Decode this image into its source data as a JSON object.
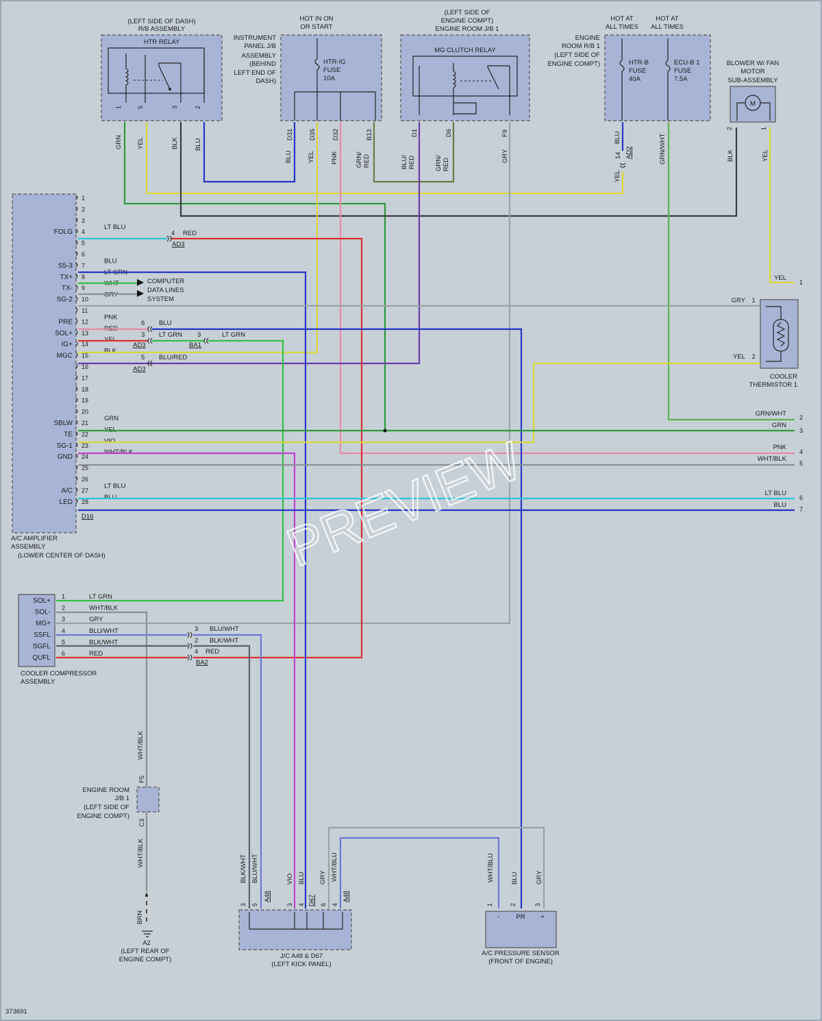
{
  "colors": {
    "background": "#c7d0d7",
    "box_fill": "#a8b4d6",
    "GRN": "#2e9a3c",
    "LTGRN": "#2fc241",
    "YEL": "#d9d838",
    "BLK": "#3b3b3b",
    "BLU": "#2535c8",
    "LTBLU": "#2ec4d8",
    "RED": "#d83030",
    "PNK": "#e88aa6",
    "GRY": "#9aa2a6",
    "VIO": "#c040d0",
    "GRNRED": "#6a7a40",
    "BLUWHT": "#6a78d8",
    "BLKWHT": "#5a6070",
    "WHTBLK": "#8a9096",
    "GRNWHT": "#5cb44e",
    "BLURED": "#6a3aa8"
  },
  "components": {
    "htr_relay_caption": [
      "(LEFT SIDE OF DASH)",
      "R/B ASSEMBLY"
    ],
    "htr_relay_title": "HTR RELAY",
    "htr_relay_pins": [
      "1",
      "5",
      "3",
      "2"
    ],
    "htrig_caption": [
      "HOT IN ON",
      "OR START"
    ],
    "instrument_caption": [
      "INSTRUMENT",
      "PANEL J/B",
      "ASSEMBLY",
      "(BEHIND",
      "LEFT END OF",
      "DASH)"
    ],
    "htrig_fuse": [
      "HTR-IG",
      "FUSE",
      "10A"
    ],
    "mg_caption": [
      "(LEFT SIDE OF",
      "ENGINE COMPT)",
      "ENGINE ROOM J/B 1"
    ],
    "mg_title": "MG CLUTCH RELAY",
    "engine_rb_caption": [
      "ENGINE",
      "ROOM R/B 1",
      "(LEFT SIDE OF",
      "ENGINE COMPT)"
    ],
    "hot_at_all_times": [
      "HOT AT",
      "ALL TIMES"
    ],
    "htrb_fuse": [
      "HTR-B",
      "FUSE",
      "40A"
    ],
    "ecub_fuse": [
      "ECU-B 1",
      "FUSE",
      "7.5A"
    ],
    "blower_caption": [
      "BLOWER W/ FAN",
      "MOTOR",
      "SUB-ASSEMBLY"
    ],
    "motor_symbol": "M",
    "amp_caption": [
      "A/C AMPLIFIER",
      "ASSEMBLY",
      "(LOWER CENTER OF DASH)"
    ],
    "amp_connector": "D16",
    "computer_data": [
      "COMPUTER",
      "DATA LINES",
      "SYSTEM"
    ],
    "thermistor_caption": [
      "COOLER",
      "THERMISTOR 1"
    ],
    "compressor_caption": [
      "COOLER COMPRESSOR",
      "ASSEMBLY"
    ],
    "engine_jb_caption": [
      "ENGINE ROOM",
      "J/B 1",
      "(LEFT SIDE OF",
      "ENGINE COMPT)"
    ],
    "ground_caption": [
      "A2",
      "(LEFT REAR OF",
      "ENGINE COMPT)"
    ],
    "jc_caption": [
      "J/C A48 & D67",
      "(LEFT KICK PANEL)"
    ],
    "sensor_caption": [
      "A/C PRESSURE SENSOR",
      "(FRONT OF ENGINE)"
    ],
    "sensor_terms": [
      "-",
      "PR",
      "+"
    ],
    "watermark": "PREVIEW",
    "figure_id": "373691"
  },
  "amplifier": {
    "pin_numbers": [
      "1",
      "2",
      "3",
      "4",
      "5",
      "6",
      "7",
      "8",
      "9",
      "10",
      "11",
      "12",
      "13",
      "14",
      "15",
      "16",
      "17",
      "18",
      "19",
      "20",
      "21",
      "22",
      "23",
      "24",
      "25",
      "26",
      "27",
      "28"
    ],
    "signals": [
      {
        "pin": 4,
        "name": "FOLG"
      },
      {
        "pin": 7,
        "name": "S5-3"
      },
      {
        "pin": 8,
        "name": "TX+"
      },
      {
        "pin": 9,
        "name": "TX-"
      },
      {
        "pin": 10,
        "name": "SG-2"
      },
      {
        "pin": 12,
        "name": "PRE"
      },
      {
        "pin": 13,
        "name": "SOL+"
      },
      {
        "pin": 14,
        "name": "IG+"
      },
      {
        "pin": 15,
        "name": "MGC"
      },
      {
        "pin": 21,
        "name": "SBLW"
      },
      {
        "pin": 22,
        "name": "TE"
      },
      {
        "pin": 23,
        "name": "SG-1"
      },
      {
        "pin": 24,
        "name": "GND"
      },
      {
        "pin": 27,
        "name": "A/C"
      },
      {
        "pin": 28,
        "name": "LED"
      }
    ],
    "wire_labels": [
      {
        "pin": 4,
        "text": "LT BLU"
      },
      {
        "pin": 7,
        "text": "BLU"
      },
      {
        "pin": 8,
        "text": "LT GRN"
      },
      {
        "pin": 9,
        "text": "WHT"
      },
      {
        "pin": 10,
        "text": "GRY"
      },
      {
        "pin": 12,
        "text": "PNK"
      },
      {
        "pin": 13,
        "text": "RED"
      },
      {
        "pin": 14,
        "text": "YEL"
      },
      {
        "pin": 15,
        "text": "BLK"
      },
      {
        "pin": 21,
        "text": "GRN"
      },
      {
        "pin": 22,
        "text": "YEL"
      },
      {
        "pin": 23,
        "text": "VIO"
      },
      {
        "pin": 24,
        "text": "WHT/BLK"
      },
      {
        "pin": 27,
        "text": "LT BLU"
      },
      {
        "pin": 28,
        "text": "BLU"
      }
    ]
  },
  "compressor": {
    "signals": [
      "SOL+",
      "SOL-",
      "MG+",
      "SSFL",
      "SGFL",
      "QUFL"
    ],
    "pins": [
      "1",
      "2",
      "3",
      "4",
      "5",
      "6"
    ],
    "wires": [
      "LT GRN",
      "WHT/BLK",
      "GRY",
      "BLU/WHT",
      "BLK/WHT",
      "RED"
    ]
  },
  "vertical_labels": [
    {
      "id": "htr-1",
      "text": "GRN"
    },
    {
      "id": "htr-5",
      "text": "YEL"
    },
    {
      "id": "htr-3",
      "text": "BLK"
    },
    {
      "id": "htr-2",
      "text": "BLU"
    },
    {
      "id": "d31-w",
      "text": "BLU"
    },
    {
      "id": "d35-w",
      "text": "YEL"
    },
    {
      "id": "d32-w",
      "text": "PNK"
    },
    {
      "id": "b13-w",
      "text": "GRN/ RED"
    },
    {
      "id": "d1-w",
      "text": "BLU/ RED"
    },
    {
      "id": "d6-w",
      "text": "GRN/ RED"
    },
    {
      "id": "f9-w",
      "text": "GRY"
    },
    {
      "id": "htrb-w",
      "text": "BLU"
    },
    {
      "id": "htrb-y",
      "text": "YEL"
    },
    {
      "id": "ecub-w",
      "text": "GRN/WHT"
    },
    {
      "id": "blw-2",
      "text": "BLK"
    },
    {
      "id": "blw-1",
      "text": "YEL"
    },
    {
      "id": "whtblk-up",
      "text": "WHT/BLK"
    },
    {
      "id": "whtblk-dn",
      "text": "WHT/BLK"
    },
    {
      "id": "brn",
      "text": "BRN"
    },
    {
      "id": "jc-1",
      "text": "BLK/WHT"
    },
    {
      "id": "jc-2",
      "text": "BLU/WHT"
    },
    {
      "id": "jc-3",
      "text": "VIO"
    },
    {
      "id": "jc-4",
      "text": "BLU"
    },
    {
      "id": "jc-5",
      "text": "GRY"
    },
    {
      "id": "jc-6",
      "text": "WHT/BLU"
    },
    {
      "id": "ps-1",
      "text": "WHT/BLU"
    },
    {
      "id": "ps-2",
      "text": "BLU"
    },
    {
      "id": "ps-3",
      "text": "GRY"
    }
  ],
  "connector_ids": {
    "d31": "D31",
    "d35": "D35",
    "d32": "D32",
    "b13": "B13",
    "d1": "D1",
    "d6": "D6",
    "f9": "F9",
    "ad3": "AD3",
    "ba1": "BA1",
    "ba2": "BA2",
    "ad2": "AD2",
    "f5": "F5",
    "c3": "C3",
    "a48": "A48",
    "d67": "D67",
    "pin14": "14"
  },
  "splice_labels": [
    {
      "id": "ad3-4",
      "pin": "4",
      "wire": "RED"
    },
    {
      "id": "ad3-6",
      "pin": "6",
      "wire": "BLU"
    },
    {
      "id": "ad3-3",
      "pin": "3",
      "wire": "LT GRN"
    },
    {
      "id": "ba1-3",
      "pin": "3",
      "wire": "LT GRN"
    },
    {
      "id": "ad3-5",
      "pin": "5",
      "wire": "BLU/RED"
    },
    {
      "id": "ba2-3",
      "pin": "3",
      "wire": "BLU/WHT"
    },
    {
      "id": "ba2-2",
      "pin": "2",
      "wire": "BLK/WHT"
    },
    {
      "id": "ba2-4",
      "pin": "4",
      "wire": "RED"
    }
  ],
  "right_terminals": [
    {
      "id": "rt-1",
      "wire": "YEL",
      "num": "1"
    },
    {
      "id": "th-1",
      "wire": "GRY",
      "num": "1"
    },
    {
      "id": "th-2",
      "wire": "YEL",
      "num": "2"
    },
    {
      "id": "rt-2",
      "wire": "GRN/WHT",
      "num": "2"
    },
    {
      "id": "rt-3",
      "wire": "GRN",
      "num": "3"
    },
    {
      "id": "rt-4",
      "wire": "PNK",
      "num": "4"
    },
    {
      "id": "rt-5",
      "wire": "WHT/BLK",
      "num": "5"
    },
    {
      "id": "rt-6",
      "wire": "LT BLU",
      "num": "6"
    },
    {
      "id": "rt-7",
      "wire": "BLU",
      "num": "7"
    }
  ],
  "pin_numbers_misc": {
    "jc": [
      "3",
      "5",
      "3",
      "4",
      "6",
      "4"
    ],
    "ps": [
      "1",
      "2",
      "3"
    ],
    "blw": [
      "2",
      "1"
    ]
  }
}
